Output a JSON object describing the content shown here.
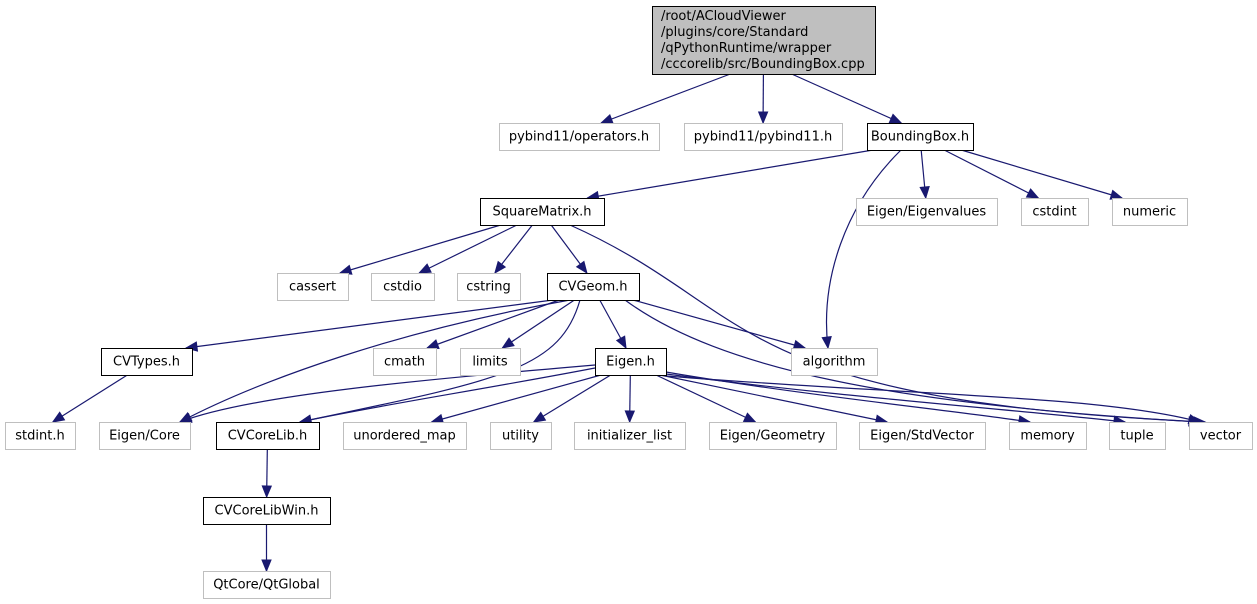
{
  "diagram": {
    "title": "Include dependency graph for BoundingBox.cpp",
    "colors": {
      "edge": "#191970",
      "root_fill": "#bfbfbf",
      "ext_border": "#bfbfbf",
      "doc_border": "#000000"
    },
    "nodes": [
      {
        "id": "root",
        "kind": "root",
        "lines": [
          "/root/ACloudViewer",
          "/plugins/core/Standard",
          "/qPythonRuntime/wrapper",
          "/cccorelib/src/BoundingBox.cpp"
        ]
      },
      {
        "id": "pyops",
        "kind": "ext",
        "lines": [
          "pybind11/operators.h"
        ]
      },
      {
        "id": "pybind",
        "kind": "ext",
        "lines": [
          "pybind11/pybind11.h"
        ]
      },
      {
        "id": "bbox",
        "kind": "doc",
        "lines": [
          "BoundingBox.h"
        ]
      },
      {
        "id": "sqm",
        "kind": "doc",
        "lines": [
          "SquareMatrix.h"
        ]
      },
      {
        "id": "eigvals",
        "kind": "ext",
        "lines": [
          "Eigen/Eigenvalues"
        ]
      },
      {
        "id": "cstdint",
        "kind": "ext",
        "lines": [
          "cstdint"
        ]
      },
      {
        "id": "numeric",
        "kind": "ext",
        "lines": [
          "numeric"
        ]
      },
      {
        "id": "cassert",
        "kind": "ext",
        "lines": [
          "cassert"
        ]
      },
      {
        "id": "cstdio",
        "kind": "ext",
        "lines": [
          "cstdio"
        ]
      },
      {
        "id": "cstring",
        "kind": "ext",
        "lines": [
          "cstring"
        ]
      },
      {
        "id": "cvgeom",
        "kind": "doc",
        "lines": [
          "CVGeom.h"
        ]
      },
      {
        "id": "cvtypes",
        "kind": "doc",
        "lines": [
          "CVTypes.h"
        ]
      },
      {
        "id": "cmath",
        "kind": "ext",
        "lines": [
          "cmath"
        ]
      },
      {
        "id": "limits",
        "kind": "ext",
        "lines": [
          "limits"
        ]
      },
      {
        "id": "eigenh",
        "kind": "doc",
        "lines": [
          "Eigen.h"
        ]
      },
      {
        "id": "algorithm",
        "kind": "ext",
        "lines": [
          "algorithm"
        ]
      },
      {
        "id": "stdint",
        "kind": "ext",
        "lines": [
          "stdint.h"
        ]
      },
      {
        "id": "eigcore",
        "kind": "ext",
        "lines": [
          "Eigen/Core"
        ]
      },
      {
        "id": "cvcorelib",
        "kind": "doc",
        "lines": [
          "CVCoreLib.h"
        ]
      },
      {
        "id": "umap",
        "kind": "ext",
        "lines": [
          "unordered_map"
        ]
      },
      {
        "id": "utility",
        "kind": "ext",
        "lines": [
          "utility"
        ]
      },
      {
        "id": "initlist",
        "kind": "ext",
        "lines": [
          "initializer_list"
        ]
      },
      {
        "id": "eiggeom",
        "kind": "ext",
        "lines": [
          "Eigen/Geometry"
        ]
      },
      {
        "id": "eigstdvec",
        "kind": "ext",
        "lines": [
          "Eigen/StdVector"
        ]
      },
      {
        "id": "memory",
        "kind": "ext",
        "lines": [
          "memory"
        ]
      },
      {
        "id": "tuple",
        "kind": "ext",
        "lines": [
          "tuple"
        ]
      },
      {
        "id": "vector",
        "kind": "ext",
        "lines": [
          "vector"
        ]
      },
      {
        "id": "cvcorelibwin",
        "kind": "doc",
        "lines": [
          "CVCoreLibWin.h"
        ]
      },
      {
        "id": "qtglobal",
        "kind": "ext",
        "lines": [
          "QtCore/QtGlobal"
        ]
      }
    ],
    "edges": [
      [
        "root",
        "pyops"
      ],
      [
        "root",
        "pybind"
      ],
      [
        "root",
        "bbox"
      ],
      [
        "bbox",
        "sqm"
      ],
      [
        "bbox",
        "algorithm"
      ],
      [
        "bbox",
        "eigvals"
      ],
      [
        "bbox",
        "cstdint"
      ],
      [
        "bbox",
        "numeric"
      ],
      [
        "sqm",
        "cassert"
      ],
      [
        "sqm",
        "cstdio"
      ],
      [
        "sqm",
        "cstring"
      ],
      [
        "sqm",
        "cvgeom"
      ],
      [
        "sqm",
        "vector"
      ],
      [
        "cvgeom",
        "cvtypes"
      ],
      [
        "cvgeom",
        "eigcore"
      ],
      [
        "cvgeom",
        "cmath"
      ],
      [
        "cvgeom",
        "limits"
      ],
      [
        "cvgeom",
        "cvcorelib"
      ],
      [
        "cvgeom",
        "eigenh"
      ],
      [
        "cvgeom",
        "algorithm"
      ],
      [
        "cvgeom",
        "vector"
      ],
      [
        "cvtypes",
        "stdint"
      ],
      [
        "eigenh",
        "eigcore"
      ],
      [
        "eigenh",
        "cvcorelib"
      ],
      [
        "eigenh",
        "umap"
      ],
      [
        "eigenh",
        "utility"
      ],
      [
        "eigenh",
        "initlist"
      ],
      [
        "eigenh",
        "eiggeom"
      ],
      [
        "eigenh",
        "eigstdvec"
      ],
      [
        "eigenh",
        "memory"
      ],
      [
        "eigenh",
        "tuple"
      ],
      [
        "eigenh",
        "vector"
      ],
      [
        "cvcorelib",
        "cvcorelibwin"
      ],
      [
        "cvcorelibwin",
        "qtglobal"
      ]
    ]
  }
}
